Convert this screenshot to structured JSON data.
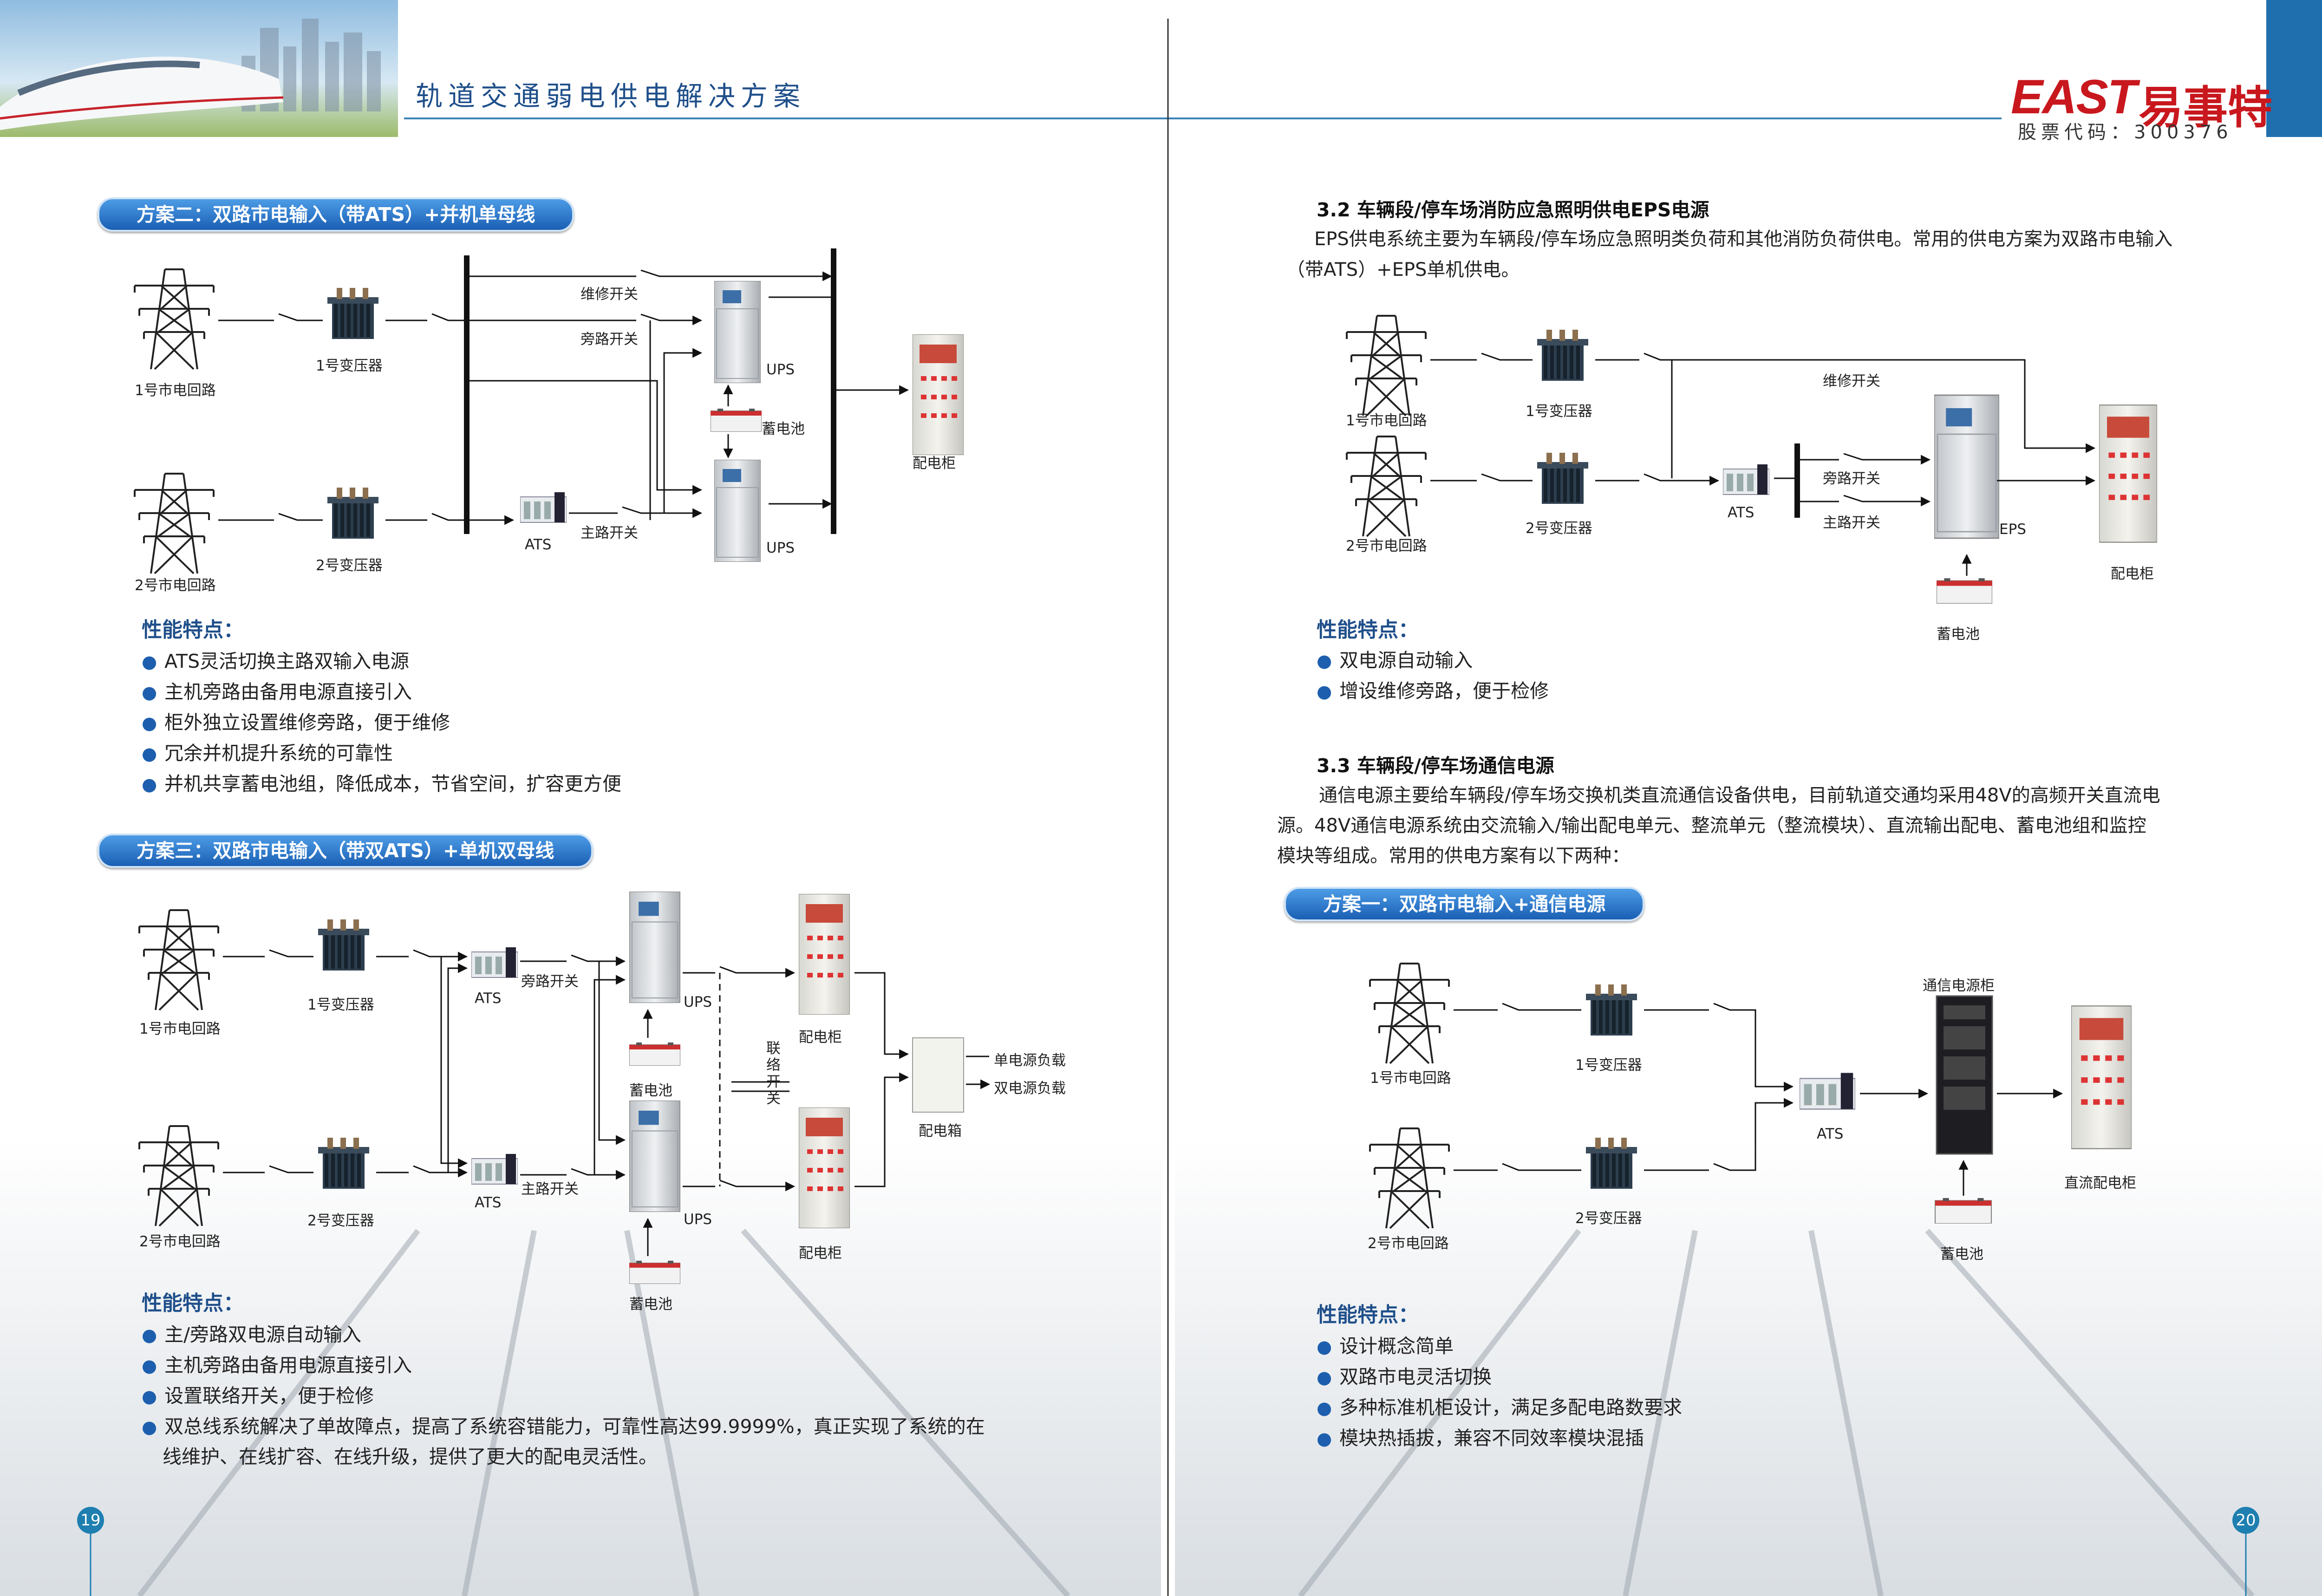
{
  "header": {
    "title": "轨道交通弱电供电解决方案",
    "brand": "EAST",
    "brand_cn": "易事特",
    "stock_code": "股票代码：300376"
  },
  "left": {
    "scheme2": {
      "title": "方案二：双路市电输入（带ATS）+并机单母线",
      "labels": {
        "line1": "1号市电回路",
        "tr1": "1号变压器",
        "line2": "2号市电回路",
        "tr2": "2号变压器",
        "maint": "维修开关",
        "bypass": "旁路开关",
        "main": "主路开关",
        "ups1": "UPS",
        "ups2": "UPS",
        "battery": "蓄电池",
        "ats": "ATS",
        "cabinet": "配电柜"
      },
      "features_title": "性能特点：",
      "features": [
        "ATS灵活切换主路双输入电源",
        "主机旁路由备用电源直接引入",
        "柜外独立设置维修旁路，便于维修",
        "冗余并机提升系统的可靠性",
        "并机共享蓄电池组，降低成本，节省空间，扩容更方便"
      ]
    },
    "scheme3": {
      "title": "方案三：双路市电输入（带双ATS）+单机双母线",
      "labels": {
        "line1": "1号市电回路",
        "tr1": "1号变压器",
        "line2": "2号市电回路",
        "tr2": "2号变压器",
        "ats1": "ATS",
        "ats2": "ATS",
        "bypass": "旁路开关",
        "main": "主路开关",
        "ups1": "UPS",
        "ups2": "UPS",
        "battery1": "蓄电池",
        "battery2": "蓄电池",
        "cab1": "配电柜",
        "cab2": "配电柜",
        "tie": "联络开关",
        "box": "配电箱",
        "load1": "单电源负载",
        "load2": "双电源负载"
      },
      "features_title": "性能特点：",
      "features": [
        "主/旁路双电源自动输入",
        "主机旁路由备用电源直接引入",
        "设置联络开关，便于检修",
        "双总线系统解决了单故障点，提高了系统容错能力，可靠性高达99.9999%，真正实现了系统的在"
      ],
      "features_cont": "线维护、在线扩容、在线升级，提供了更大的配电灵活性。"
    },
    "page_number": "19"
  },
  "right": {
    "s32": {
      "heading": "3.2  车辆段/停车场消防应急照明供电EPS电源",
      "para_line1": "EPS供电系统主要为车辆段/停车场应急照明类负荷和其他消防负荷供电。常用的供电方案为双路市电输入",
      "para_line2": "（带ATS）+EPS单机供电。",
      "labels": {
        "line1": "1号市电回路",
        "tr1": "1号变压器",
        "line2": "2号市电回路",
        "tr2": "2号变压器",
        "maint": "维修开关",
        "bypass": "旁路开关",
        "main": "主路开关",
        "ats": "ATS",
        "eps": "EPS",
        "battery": "蓄电池",
        "cabinet": "配电柜"
      },
      "features_title": "性能特点：",
      "features": [
        "双电源自动输入",
        "增设维修旁路，便于检修"
      ]
    },
    "s33": {
      "heading": "3.3  车辆段/停车场通信电源",
      "para_line1": "通信电源主要给车辆段/停车场交换机类直流通信设备供电，目前轨道交通均采用48V的高频开关直流电",
      "para_line2": "源。48V通信电源系统由交流输入/输出配电单元、整流单元（整流模块）、直流输出配电、蓄电池组和监控",
      "para_line3": "模块等组成。常用的供电方案有以下两种：",
      "scheme1_title": "方案一：双路市电输入+通信电源",
      "labels": {
        "line1": "1号市电回路",
        "tr1": "1号变压器",
        "line2": "2号市电回路",
        "tr2": "2号变压器",
        "ats": "ATS",
        "comm_cab": "通信电源柜",
        "battery": "蓄电池",
        "dc_cab": "直流配电柜"
      },
      "features_title": "性能特点：",
      "features": [
        "设计概念简单",
        "双路市电灵活切换",
        "多种标准机柜设计，满足多配电路数要求",
        "模块热插拔，兼容不同效率模块混插"
      ]
    },
    "page_number": "20"
  },
  "colors": {
    "blue": "#1f4f8a",
    "pill": "#1a5fb4",
    "logo_red": "#c8181e",
    "bullet": "#1d5fae"
  }
}
